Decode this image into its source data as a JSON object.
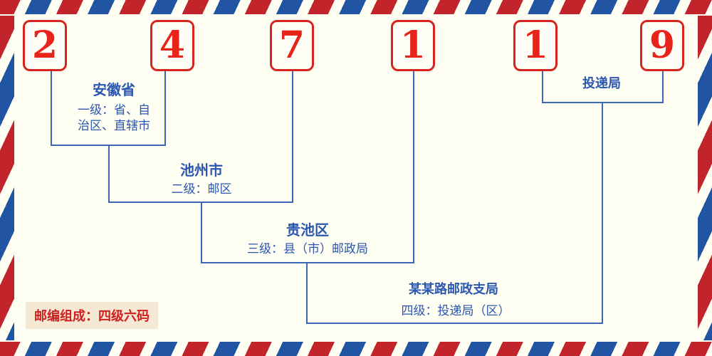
{
  "code": {
    "digits": [
      "2",
      "4",
      "7",
      "1",
      "1",
      "9"
    ]
  },
  "levels": [
    {
      "name": "安徽省",
      "desc_lines": [
        "一级：省、自",
        "治区、直辖市"
      ]
    },
    {
      "name": "池州市",
      "desc": "二级：邮区"
    },
    {
      "name": "贵池区",
      "desc": "三级：县（市）邮政局"
    },
    {
      "name": "某某路邮政支局",
      "desc": "四级：投递局（区）"
    },
    {
      "name": "投递局"
    }
  ],
  "footer": {
    "composition": "邮编组成：四级六码"
  },
  "colors": {
    "digit_red": "#e8231a",
    "box_border_red": "#d6251f",
    "line_blue": "#3a66b8",
    "label_blue": "#2b57b0",
    "stripe_red": "#c2242c",
    "stripe_blue": "#2155a3",
    "background": "#fffef2",
    "badge_bg": "#f5e8d4",
    "badge_text": "#cf1f1f"
  }
}
